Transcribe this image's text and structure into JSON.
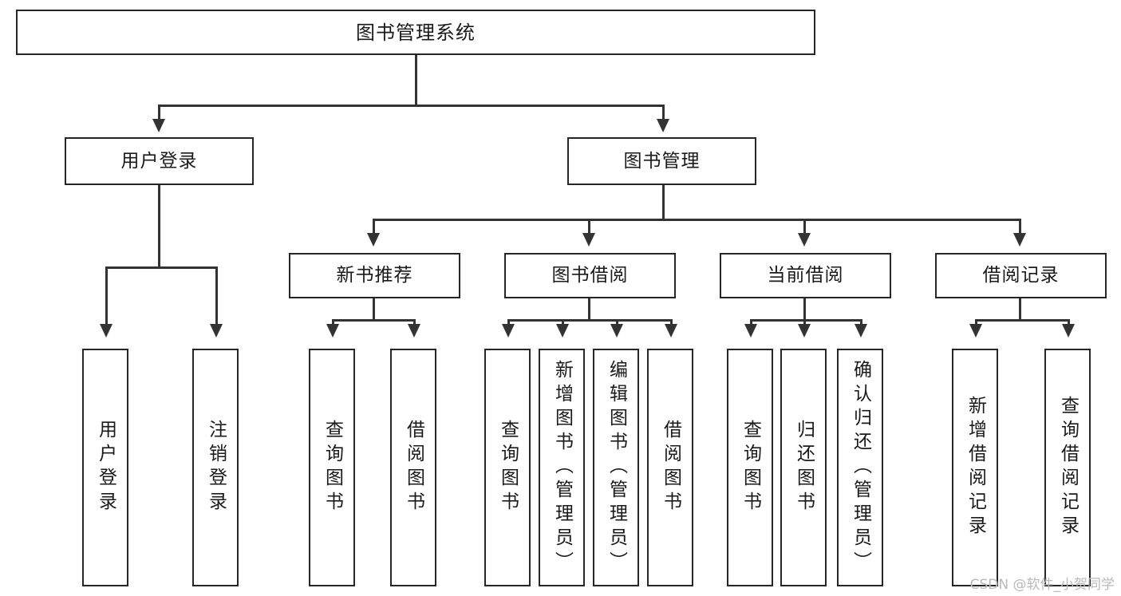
{
  "chart_data": {
    "type": "diagram",
    "title": "图书管理系统",
    "diagram_kind": "tree-hierarchy",
    "orientation": "top-down",
    "levels": 4
  },
  "diagram": {
    "root": {
      "label": "图书管理系统"
    },
    "level2": [
      {
        "id": "user-login",
        "label": "用户登录"
      },
      {
        "id": "book-management",
        "label": "图书管理"
      }
    ],
    "level3": [
      {
        "id": "new-book-recommend",
        "label": "新书推荐"
      },
      {
        "id": "book-borrow",
        "label": "图书借阅"
      },
      {
        "id": "current-borrow",
        "label": "当前借阅"
      },
      {
        "id": "borrow-record",
        "label": "借阅记录"
      }
    ],
    "leaves": {
      "user_login": [
        {
          "id": "leaf-user-login",
          "label": "用户登录"
        },
        {
          "id": "leaf-logout",
          "label": "注销登录"
        }
      ],
      "new_book_recommend": [
        {
          "id": "leaf-query-book-1",
          "label": "查询图书"
        },
        {
          "id": "leaf-borrow-book-1",
          "label": "借阅图书"
        }
      ],
      "book_borrow": [
        {
          "id": "leaf-query-book-2",
          "label": "查询图书"
        },
        {
          "id": "leaf-add-book",
          "label": "新增图书（管理员）"
        },
        {
          "id": "leaf-edit-book",
          "label": "编辑图书（管理员）"
        },
        {
          "id": "leaf-borrow-book-2",
          "label": "借阅图书"
        }
      ],
      "current_borrow": [
        {
          "id": "leaf-query-book-3",
          "label": "查询图书"
        },
        {
          "id": "leaf-return-book",
          "label": "归还图书"
        },
        {
          "id": "leaf-confirm-return",
          "label": "确认归还（管理员）"
        }
      ],
      "borrow_record": [
        {
          "id": "leaf-add-record",
          "label": "新增借阅记录"
        },
        {
          "id": "leaf-query-record",
          "label": "查询借阅记录"
        }
      ]
    }
  },
  "watermark": {
    "text": "CSDN @软件_小贺同学"
  },
  "colors": {
    "box_border": "#262626",
    "line": "#333333",
    "background": "#ffffff",
    "text": "#1a1a1a",
    "watermark": "#b9b9b9"
  }
}
